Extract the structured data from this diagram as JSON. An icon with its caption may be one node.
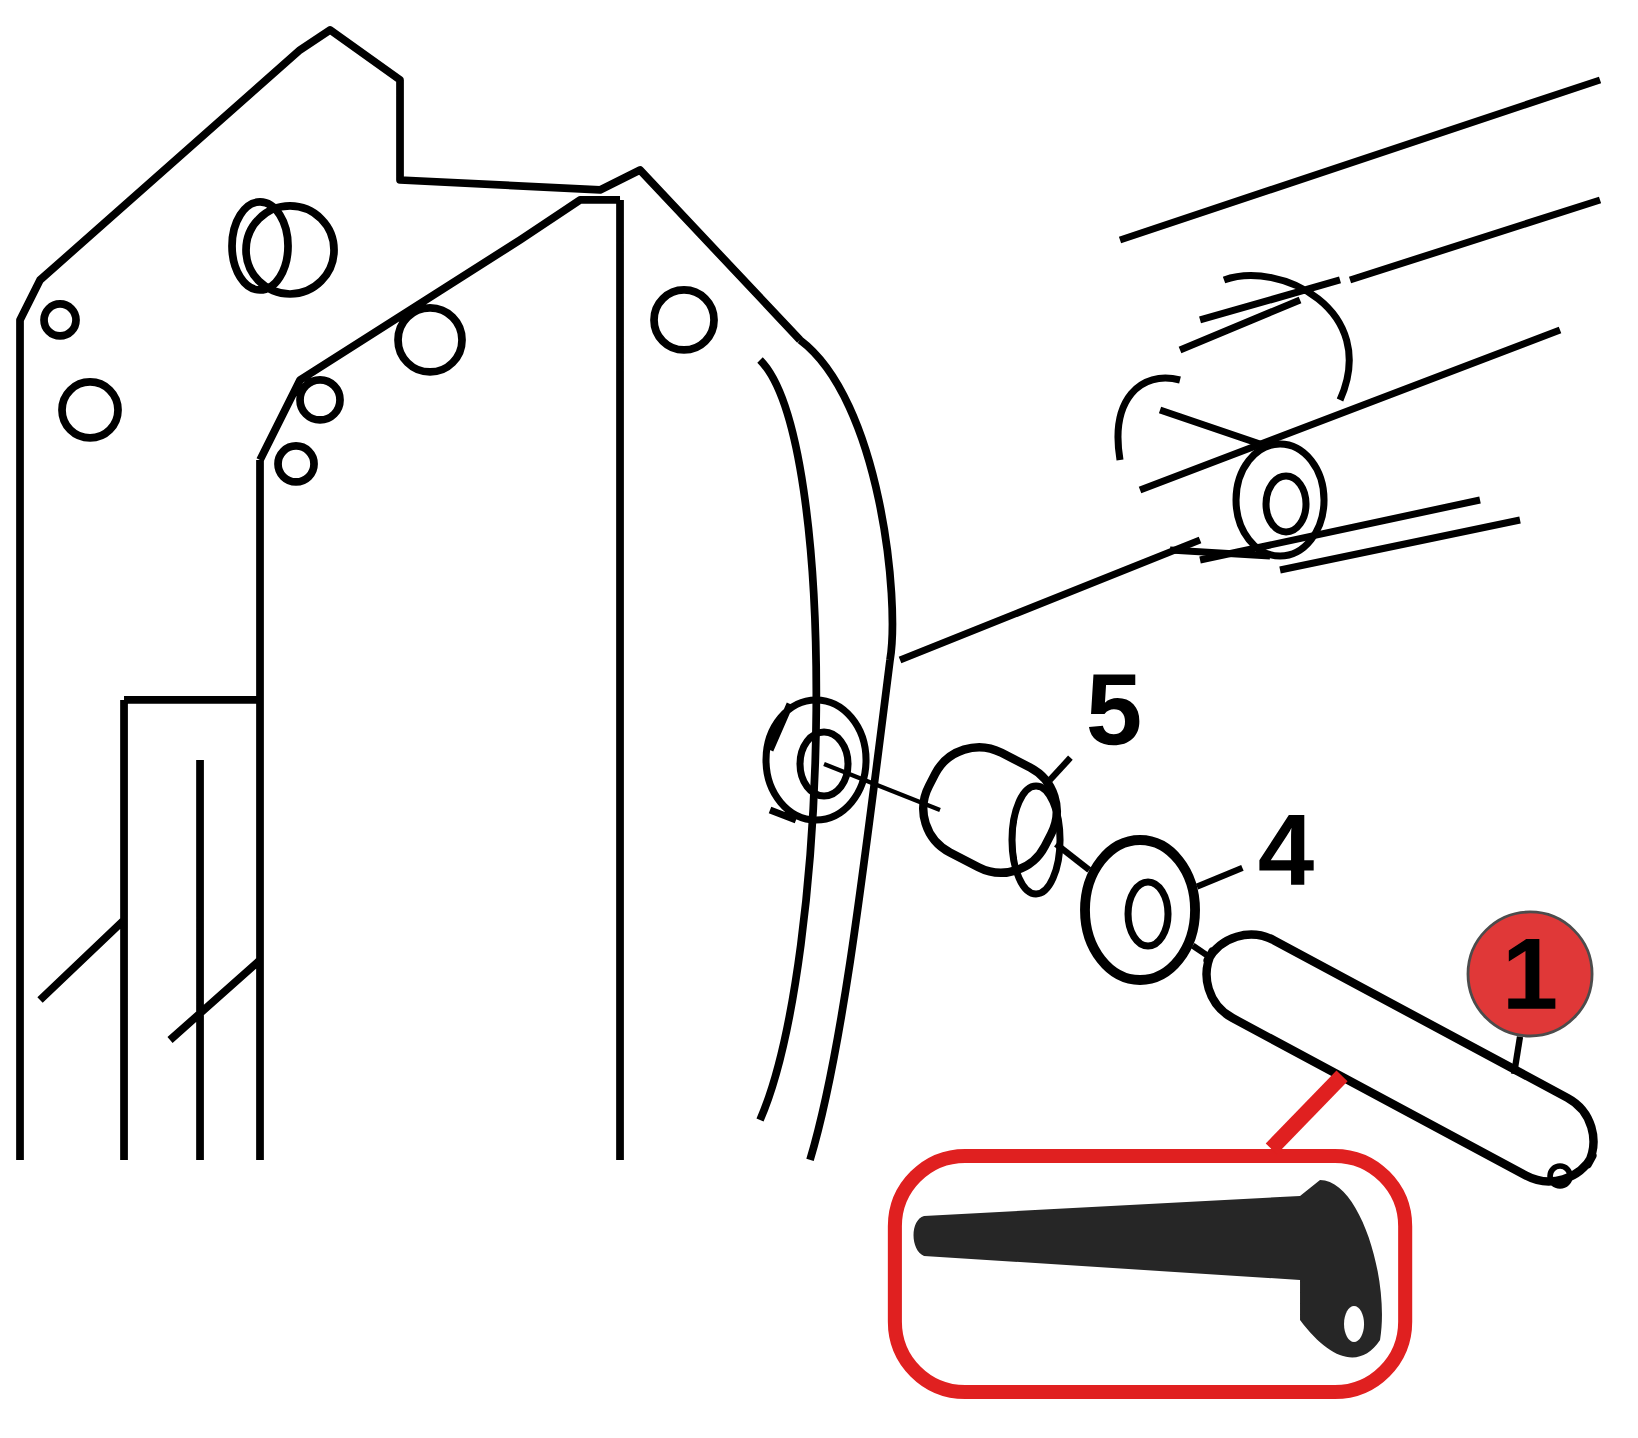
{
  "diagram": {
    "nodes": [
      {
        "text": [
          "5"
        ]
      },
      {
        "text": [
          "4"
        ]
      },
      {
        "text": [
          "1"
        ]
      },
      {
        "text": [],
        "shape": "cylinder"
      },
      {
        "text": [],
        "shape": "circle"
      },
      {
        "text": [],
        "shape": "cylinder"
      },
      {
        "text": [],
        "shape": "picture"
      }
    ],
    "edges": [
      {
        "from": 0,
        "to": 3,
        "arrow": "none"
      },
      {
        "from": 1,
        "to": 4,
        "arrow": "none"
      },
      {
        "from": 2,
        "to": 5,
        "arrow": "none"
      },
      {
        "from": 3,
        "to": 4,
        "arrow": "none"
      },
      {
        "from": 4,
        "to": 5,
        "arrow": "none"
      },
      {
        "from": 5,
        "to": 6,
        "arrow": "none",
        "color": "#e02020",
        "style": "thick"
      }
    ]
  }
}
